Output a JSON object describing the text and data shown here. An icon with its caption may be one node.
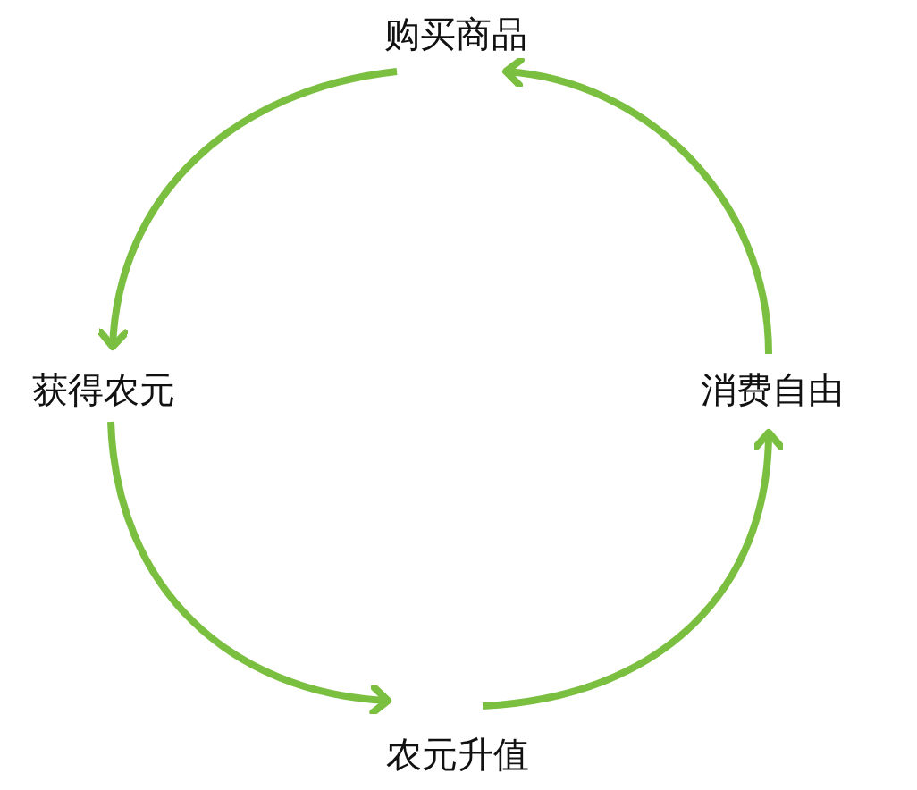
{
  "diagram": {
    "nodes": [
      {
        "text": [
          "购买商品"
        ]
      },
      {
        "text": [
          "获得农元"
        ]
      },
      {
        "text": [
          "农元升值"
        ]
      },
      {
        "text": [
          "消费自由"
        ]
      }
    ],
    "edges": [
      {
        "from": 0,
        "to": 1,
        "arrow": "to"
      },
      {
        "from": 1,
        "to": 2,
        "arrow": "to"
      },
      {
        "from": 2,
        "to": 3,
        "arrow": "to"
      },
      {
        "from": 3,
        "to": 0,
        "arrow": "to"
      }
    ]
  }
}
